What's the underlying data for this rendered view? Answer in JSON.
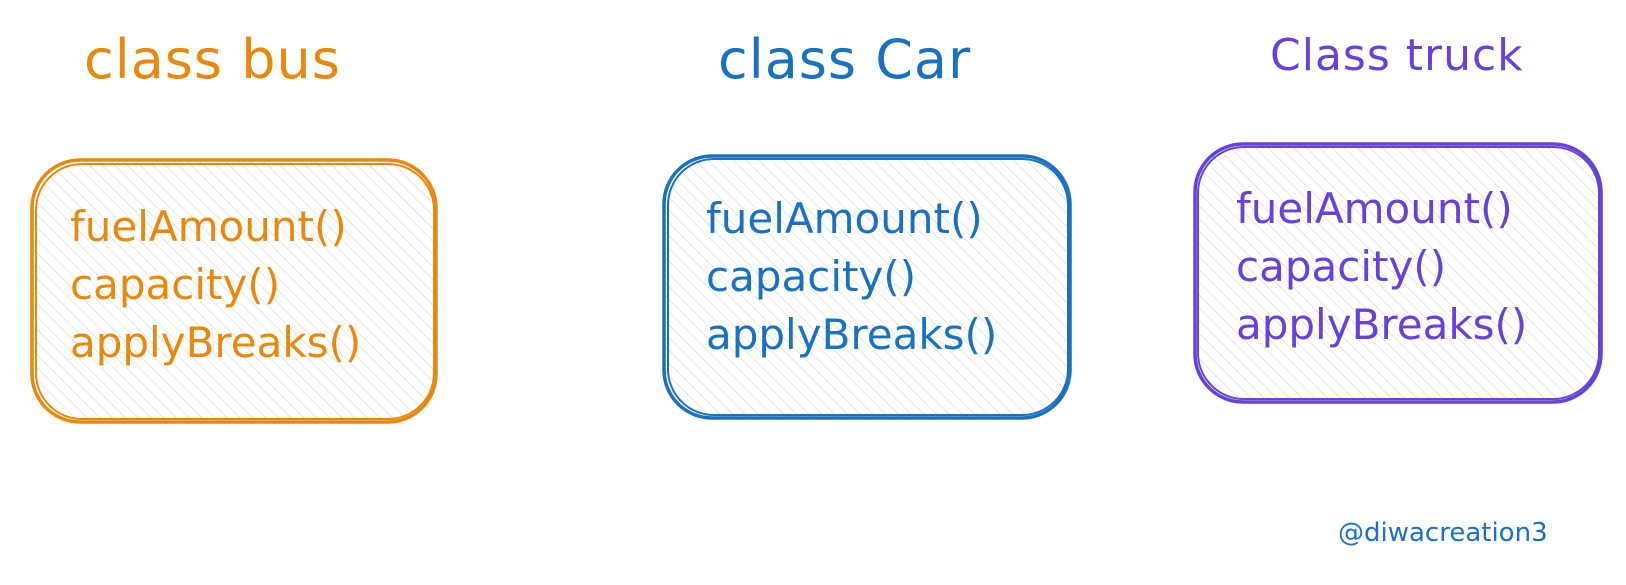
{
  "colors": {
    "bus": "#e8890c",
    "car": "#1971c2",
    "truck": "#6741d9",
    "credit": "#1971c2",
    "hatch": "#cfcfcf"
  },
  "classes": [
    {
      "key": "bus",
      "title": "class bus",
      "methods": [
        "fuelAmount()",
        "capacity()",
        "applyBreaks()"
      ]
    },
    {
      "key": "car",
      "title": "class Car",
      "methods": [
        "fuelAmount()",
        "capacity()",
        "applyBreaks()"
      ]
    },
    {
      "key": "truck",
      "title": "Class truck",
      "methods": [
        "fuelAmount()",
        "capacity()",
        "applyBreaks()"
      ]
    }
  ],
  "credit": "@diwacreation3"
}
